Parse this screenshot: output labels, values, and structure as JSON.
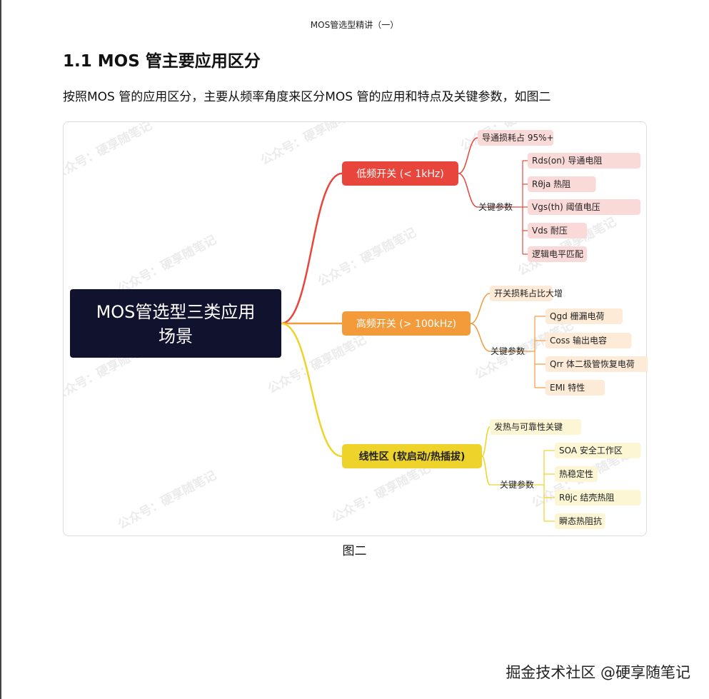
{
  "header": {
    "title": "MOS管选型精讲（一）"
  },
  "section": {
    "heading": "1.1 MOS 管主要应用区分",
    "intro": "按照MOS 管的应用区分，主要从频率角度来区分MOS 管的应用和特点及关键参数，如图二"
  },
  "mindmap": {
    "root": {
      "line1": "MOS管选型三类应用",
      "line2": "场景"
    },
    "branches": [
      {
        "label": "低频开关 (< 1kHz)",
        "color": "#e8453c",
        "items": [
          {
            "label": "导通损耗占 95%+"
          },
          {
            "label": "关键参数",
            "children": [
              "Rds(on) 导通电阻",
              "Rθja 热阻",
              "Vgs(th) 阈值电压",
              "Vds 耐压",
              "逻辑电平匹配"
            ]
          }
        ]
      },
      {
        "label": "高频开关 (> 100kHz)",
        "color": "#f39a3a",
        "items": [
          {
            "label": "开关损耗占比大增"
          },
          {
            "label": "关键参数",
            "children": [
              "Qgd 栅漏电荷",
              "Coss 输出电容",
              "Qrr 体二极管恢复电荷",
              "EMI 特性"
            ]
          }
        ]
      },
      {
        "label": "线性区 (软启动/热插拔)",
        "color": "#eed32a",
        "items": [
          {
            "label": "发热与可靠性关键"
          },
          {
            "label": "关键参数",
            "children": [
              "SOA 安全工作区",
              "热稳定性",
              "Rθjc 结壳热阻",
              "瞬态热阻抗"
            ]
          }
        ]
      }
    ]
  },
  "figure": {
    "caption": "图二"
  },
  "watermark": {
    "text": "公众号：硬享随笔记"
  },
  "footer": {
    "text": "掘金技术社区 @硬享随笔记"
  }
}
